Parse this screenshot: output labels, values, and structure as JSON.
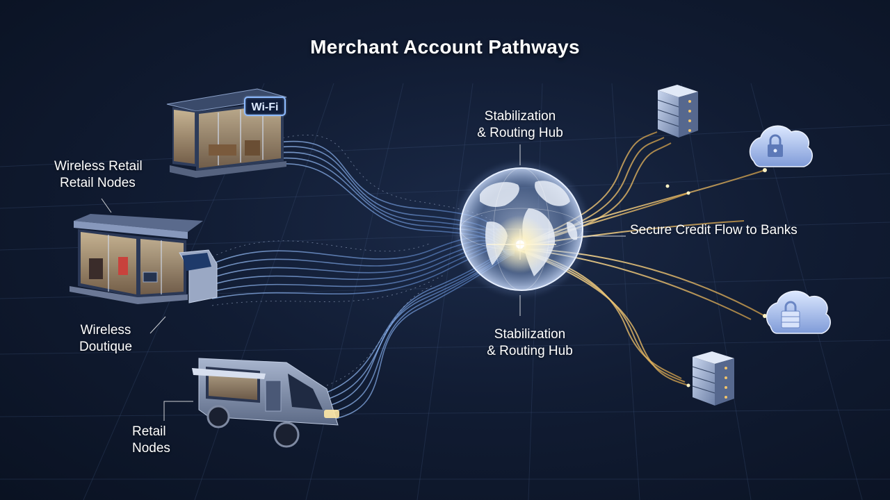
{
  "title": "Merchant Account Pathways",
  "labels": {
    "wireless_retail": [
      "Wireless Retail",
      "Retail Nodes"
    ],
    "wireless_boutique": [
      "Wireless",
      "Doutique"
    ],
    "retail_nodes": [
      "Retail",
      "Nodes"
    ],
    "hub_top": [
      "Stabilization",
      "& Routing Hub"
    ],
    "hub_bottom": [
      "Stabilization",
      "& Routing Hub"
    ],
    "secure_flow": "Secure Credit Flow to Banks"
  },
  "store_sign": "Wi-Fi",
  "colors": {
    "background": "#111c33",
    "stream": "#7fb2ff",
    "gold_stream": "#f4c56a",
    "globe_core": "#fff3c4"
  },
  "icons": {
    "store": "storefront-icon",
    "boutique": "boutique-icon",
    "truck": "food-truck-icon",
    "globe": "globe-icon",
    "servers": "server-rack-icon",
    "cloud_lock": "cloud-lock-icon"
  }
}
